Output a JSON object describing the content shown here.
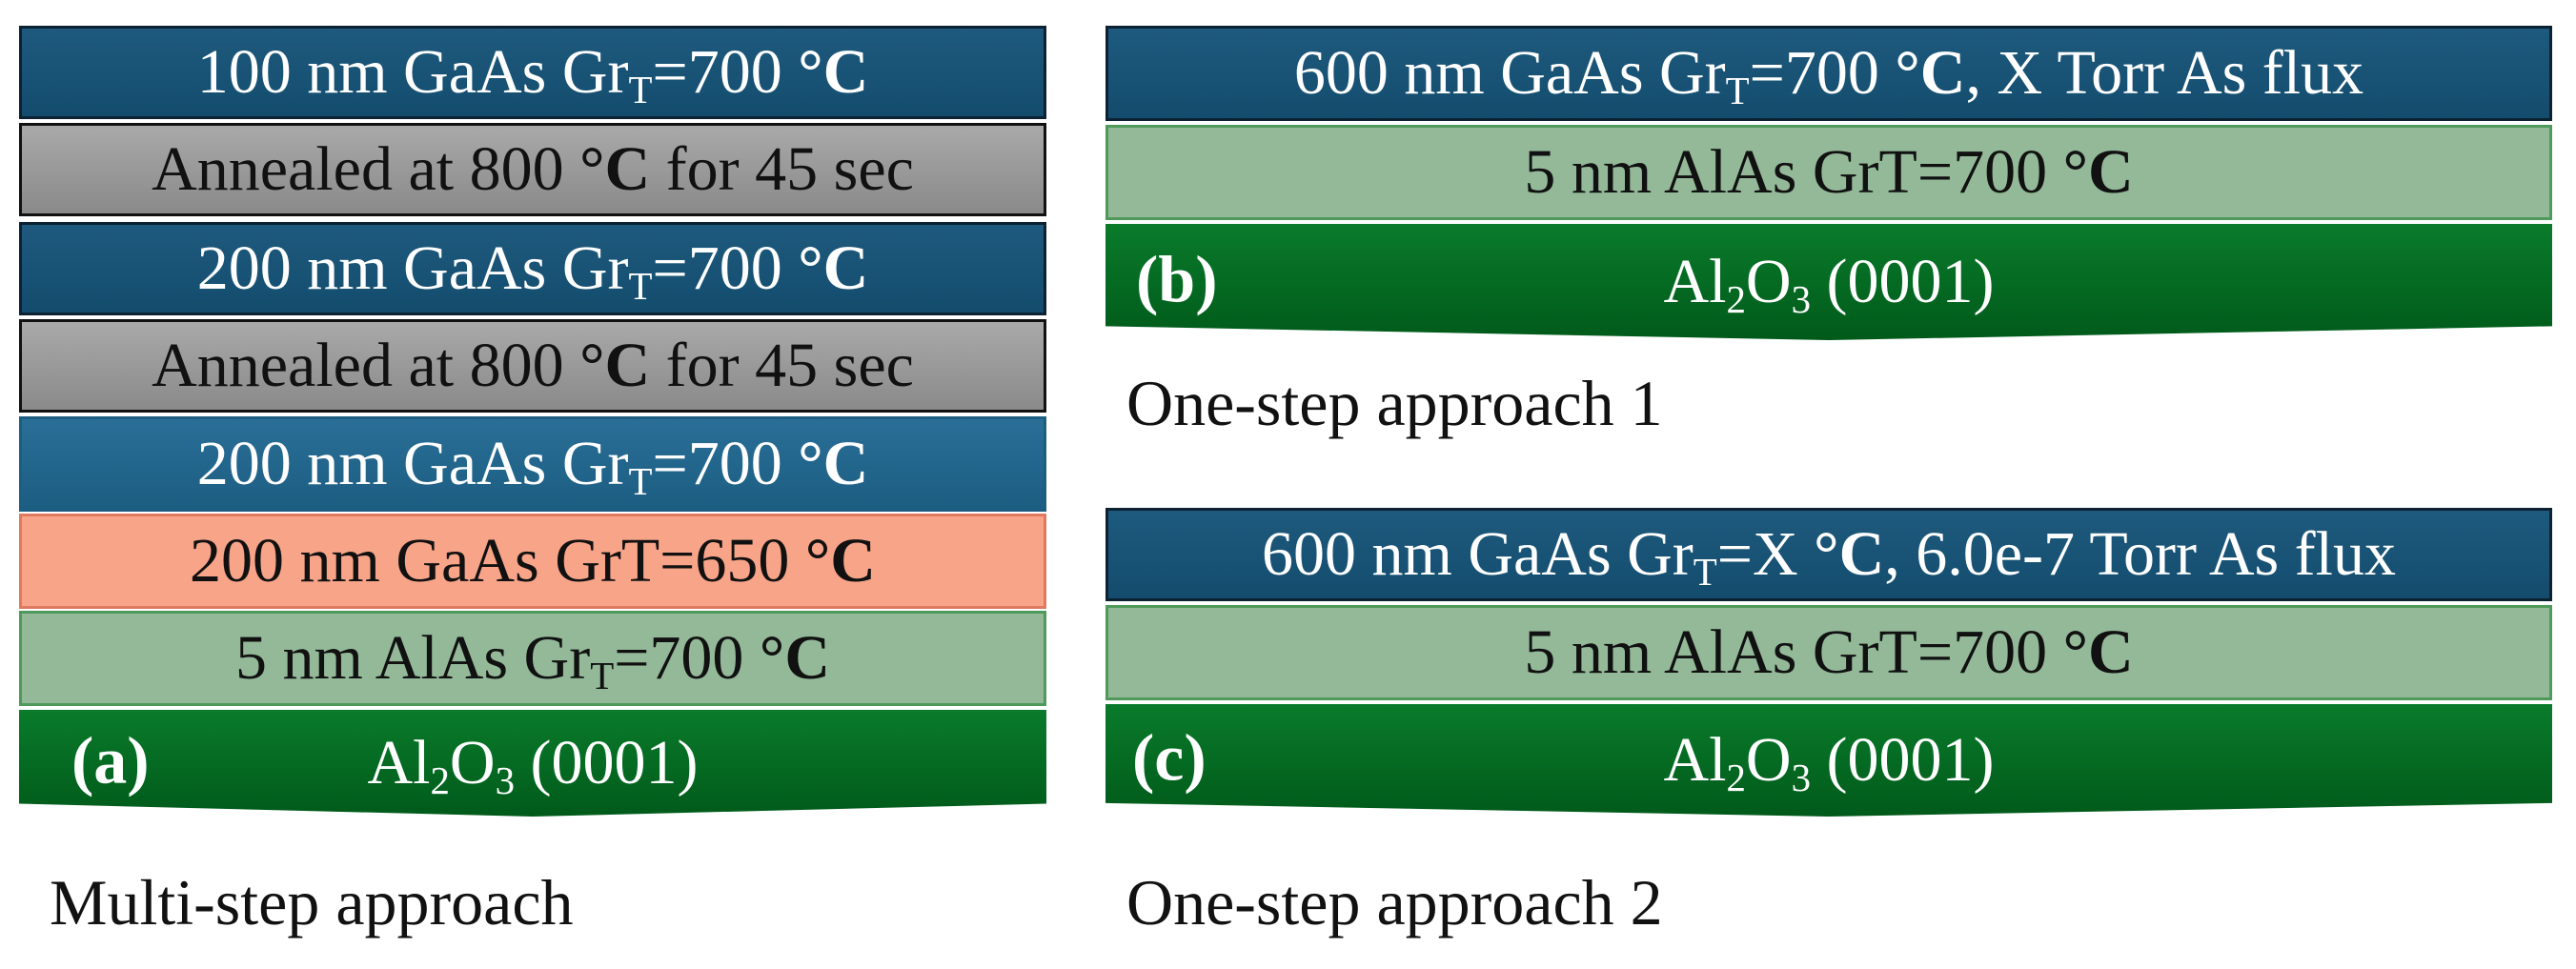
{
  "panel_a": {
    "label": "(a)",
    "caption": "Multi-step approach",
    "layers": [
      {
        "prefix": "100 nm GaAs Gr",
        "sub": "T",
        "mid": "=700 ",
        "bold": "°C",
        "suffix": ""
      },
      {
        "prefix": "Annealed at 800 ",
        "bold": "°C",
        "suffix": " for 45 sec"
      },
      {
        "prefix": "200 nm GaAs Gr",
        "sub": "T",
        "mid": "=700 ",
        "bold": "°C",
        "suffix": ""
      },
      {
        "prefix": "Annealed at 800 ",
        "bold": "°C",
        "suffix": " for 45 sec"
      },
      {
        "prefix": "200 nm GaAs Gr",
        "sub": "T",
        "mid": "=700 ",
        "bold": "°C",
        "suffix": ""
      },
      {
        "prefix": "200 nm GaAs GrT=650 ",
        "bold": "°C",
        "suffix": ""
      },
      {
        "prefix": "5 nm AlAs Gr",
        "sub": "T",
        "mid": "=700 ",
        "bold": "°C",
        "suffix": ""
      }
    ],
    "substrate": {
      "p1": "Al",
      "s1": "2",
      "p2": "O",
      "s2": "3",
      "p3": " (0001)"
    }
  },
  "panel_b": {
    "label": "(b)",
    "caption": "One-step approach 1",
    "layers": [
      {
        "prefix": "600 nm GaAs Gr",
        "sub": "T",
        "mid": "=700 ",
        "bold": "°C",
        "suffix": ", X Torr As flux"
      },
      {
        "prefix": "5 nm AlAs GrT=700 ",
        "bold": "°C",
        "suffix": ""
      }
    ],
    "substrate": {
      "p1": "Al",
      "s1": "2",
      "p2": "O",
      "s2": "3",
      "p3": " (0001)"
    }
  },
  "panel_c": {
    "label": "(c)",
    "caption": "One-step approach 2",
    "layers": [
      {
        "prefix": "600 nm GaAs Gr",
        "sub": "T",
        "mid": "=X ",
        "bold": "°C",
        "suffix": ", 6.0e-7 Torr As flux"
      },
      {
        "prefix": "5 nm AlAs GrT=700 ",
        "bold": "°C",
        "suffix": ""
      }
    ],
    "substrate": {
      "p1": "Al",
      "s1": "2",
      "p2": "O",
      "s2": "3",
      "p3": " (0001)"
    }
  }
}
